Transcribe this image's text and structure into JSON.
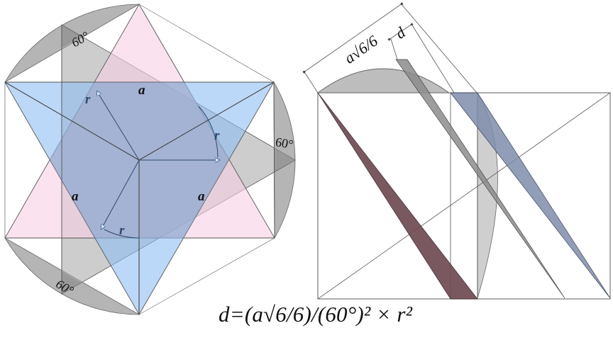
{
  "diagram": {
    "title": "Star tetrahedron projection with sphere segments",
    "colors": {
      "pink_triangle": "#f9dbeb",
      "blue_triangle": "#a9cdf6",
      "overlap_region": "#a8b0c4",
      "gray_segment": "#b8b8b8",
      "dark_gray_segment": "#9a9a9a",
      "light_gray": "#cfcfcf",
      "maroon_wedge": "#75555b",
      "slate_wedge": "#8e9ab3",
      "stroke": "#555555",
      "r_label": "#2e4a72"
    },
    "left_figure": {
      "labels": {
        "angle_top": "60°",
        "angle_right": "60°",
        "angle_bottom": "60°",
        "edge_top": "a",
        "edge_left": "a",
        "edge_right": "a",
        "radius_1": "r",
        "radius_2": "r",
        "radius_3": "r"
      }
    },
    "right_figure": {
      "labels": {
        "dimension_long": "a√6/6",
        "dimension_short": "d"
      }
    },
    "formula": "d=(a√6/6)/(60°)² × r²"
  }
}
